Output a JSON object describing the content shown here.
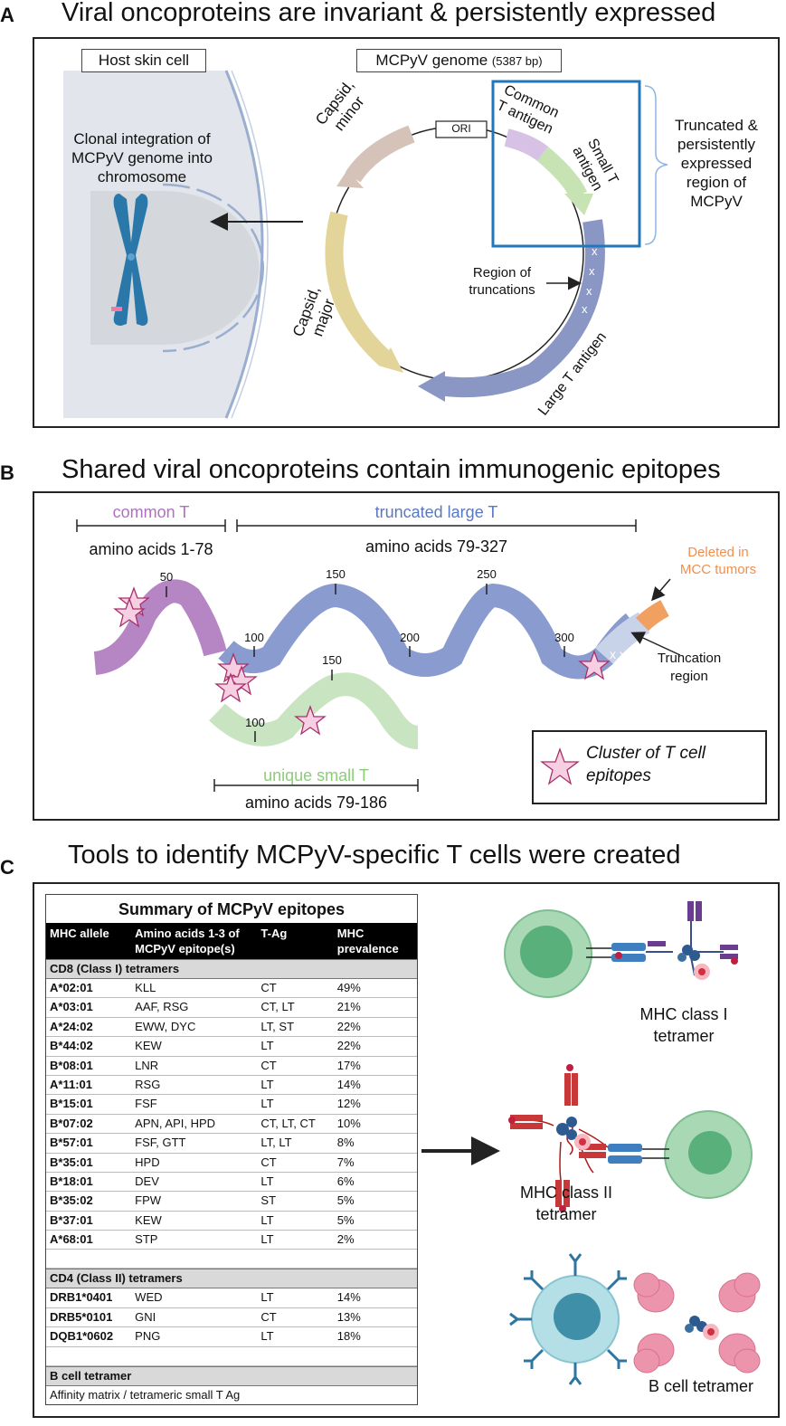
{
  "panelA": {
    "label": "A",
    "title": "Viral oncoproteins are invariant & persistently expressed",
    "host_cell": "Host skin cell",
    "genome_label": "MCPyV genome",
    "genome_size": "(5387 bp)",
    "integration": [
      "Clonal integration of",
      "MCPyV genome into",
      "chromosome"
    ],
    "ori": "ORI",
    "capsid_minor": [
      "Capsid,",
      "minor"
    ],
    "capsid_major": [
      "Capsid,",
      "major"
    ],
    "common_t": [
      "Common",
      "T antigen"
    ],
    "small_t": [
      "Small T",
      "antigen"
    ],
    "large_t": "Large T antigen",
    "truncation_region": [
      "Region of",
      "truncations"
    ],
    "truncated_note": [
      "Truncated &",
      "persistently",
      "expressed",
      "region of",
      "MCPyV"
    ],
    "colors": {
      "capsid_minor": "#d5c2b8",
      "capsid_major": "#e3d59a",
      "common_t": "#d7c1e5",
      "small_t": "#c7e3b4",
      "large_t": "#8a97c4",
      "box": "#2277bb",
      "chromosome": "#2277aa"
    }
  },
  "panelB": {
    "label": "B",
    "title": "Shared viral oncoproteins contain immunogenic epitopes",
    "common_t_label": "common T",
    "common_t_range": "amino acids 1-78",
    "truncated_large_t_label": "truncated large T",
    "truncated_large_t_range": "amino acids 79-327",
    "unique_small_t_label": "unique small T",
    "unique_small_t_range": "amino acids 79-186",
    "deleted": [
      "Deleted in",
      "MCC tumors"
    ],
    "truncation": [
      "Truncation",
      "region"
    ],
    "legend": [
      "Cluster of T cell",
      "epitopes"
    ],
    "ticks_common": [
      "50"
    ],
    "ticks_large": [
      "100",
      "150",
      "200",
      "250",
      "300"
    ],
    "ticks_small": [
      "100",
      "150"
    ],
    "colors": {
      "common_t": "#b585c4",
      "large_t": "#8a9ccf",
      "small_t": "#b9dcb0",
      "deleted": "#f0a060",
      "star_fill": "#f6cfe3",
      "star_stroke": "#a8306a",
      "common_text": "#b070c0",
      "large_text": "#5a78c0",
      "small_text": "#8ccd78",
      "deleted_text": "#f09050"
    }
  },
  "panelC": {
    "label": "C",
    "title": "Tools to identify MCPyV-specific T cells were created",
    "table_title": "Summary of MCPyV epitopes",
    "headers": [
      [
        "MHC allele"
      ],
      [
        "Amino acids 1-3 of",
        "MCPyV epitope(s)"
      ],
      [
        "T-Ag"
      ],
      [
        "MHC",
        "prevalence"
      ]
    ],
    "cd8_header": "CD8 (Class I) tetramers",
    "cd8_rows": [
      [
        "A*02:01",
        "KLL",
        "CT",
        "49%"
      ],
      [
        "A*03:01",
        "AAF, RSG",
        "CT, LT",
        "21%"
      ],
      [
        "A*24:02",
        "EWW, DYC",
        "LT, ST",
        "22%"
      ],
      [
        "B*44:02",
        "KEW",
        "LT",
        "22%"
      ],
      [
        "B*08:01",
        "LNR",
        "CT",
        "17%"
      ],
      [
        "A*11:01",
        "RSG",
        "LT",
        "14%"
      ],
      [
        "B*15:01",
        "FSF",
        "LT",
        "12%"
      ],
      [
        "B*07:02",
        "APN, API, HPD",
        "CT, LT, CT",
        "10%"
      ],
      [
        "B*57:01",
        "FSF, GTT",
        "LT, LT",
        "8%"
      ],
      [
        "B*35:01",
        "HPD",
        "CT",
        "7%"
      ],
      [
        "B*18:01",
        "DEV",
        "LT",
        "6%"
      ],
      [
        "B*35:02",
        "FPW",
        "ST",
        "5%"
      ],
      [
        "B*37:01",
        "KEW",
        "LT",
        "5%"
      ],
      [
        "A*68:01",
        "STP",
        "LT",
        "2%"
      ]
    ],
    "cd4_header": "CD4 (Class II) tetramers",
    "cd4_rows": [
      [
        "DRB1*0401",
        "WED",
        "LT",
        "14%"
      ],
      [
        "DRB5*0101",
        "GNI",
        "CT",
        "13%"
      ],
      [
        "DQB1*0602",
        "PNG",
        "LT",
        "18%"
      ]
    ],
    "bcell_header": "B cell tetramer",
    "bcell_row": "Affinity matrix / tetrameric small T Ag",
    "mhc1_label": [
      "MHC class I",
      "tetramer"
    ],
    "mhc2_label": [
      "MHC class II",
      "tetramer"
    ],
    "bcell_label": "B cell tetramer"
  }
}
